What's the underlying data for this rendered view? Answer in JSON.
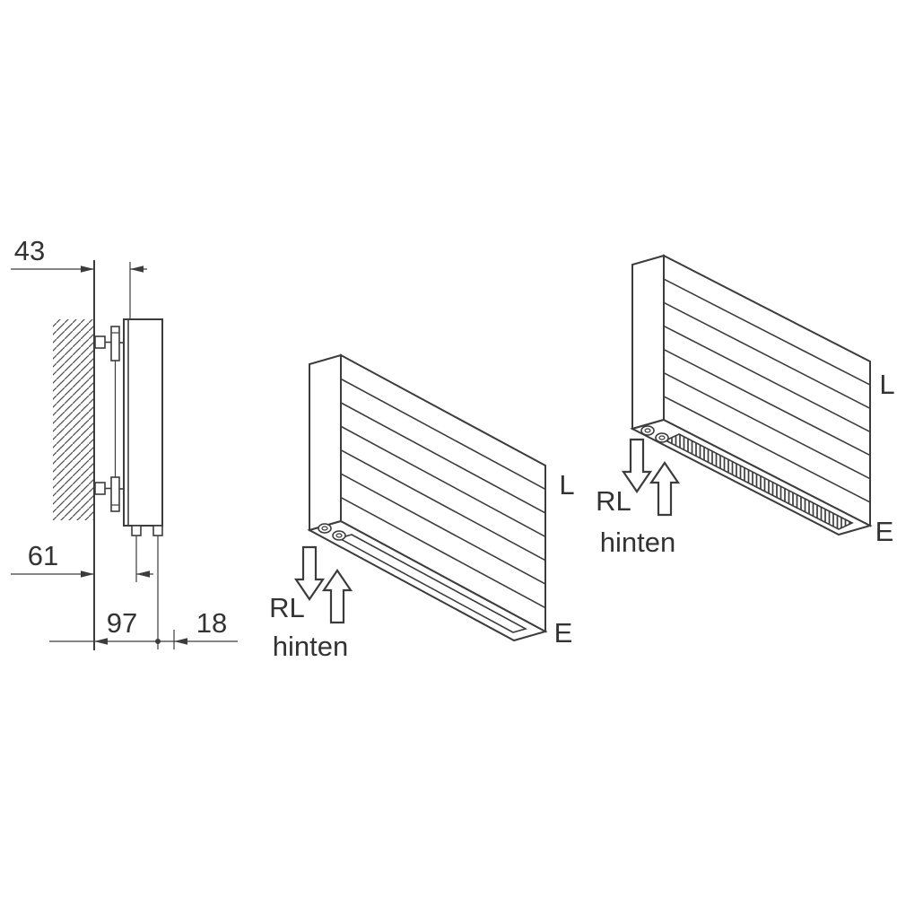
{
  "figure": {
    "type": "radiator-mounting-technical-diagram",
    "background": "#ffffff",
    "line_color": "#3c3c3c",
    "text_color": "#333333"
  },
  "side_view": {
    "dim_wall_offset": "43",
    "dim_lower_left": "61",
    "dim_depth": "97",
    "dim_front": "18"
  },
  "iso_plain": {
    "label_top_right": "L",
    "label_bottom_right": "E",
    "label_return": "RL",
    "label_position": "hinten"
  },
  "iso_grille": {
    "label_top_right": "L",
    "label_bottom_right": "E",
    "label_return": "RL",
    "label_position": "hinten"
  }
}
